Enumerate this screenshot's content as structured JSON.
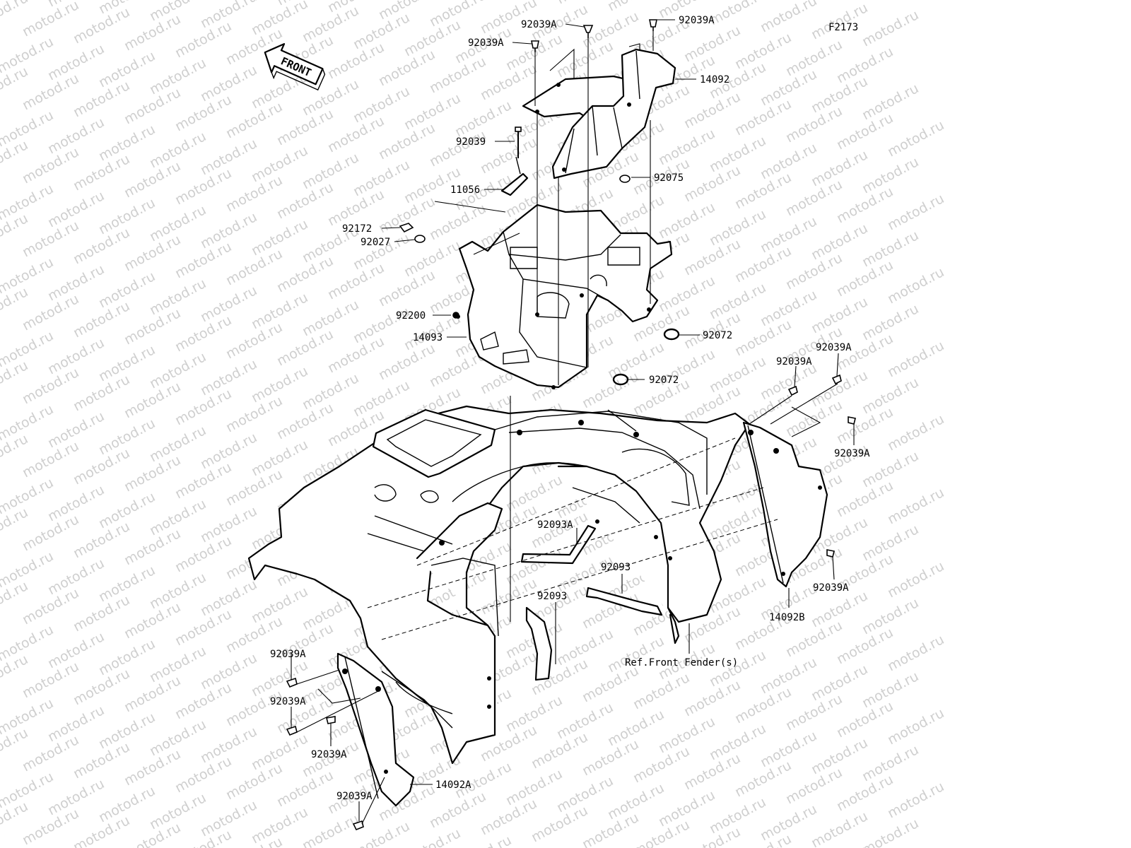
{
  "figure_code": "F2173",
  "watermark": "motod.ru",
  "direction_label": "FRONT",
  "reference_note": "Ref.Front Fender(s)",
  "part_labels": {
    "p14092": "14092",
    "p14092A": "14092A",
    "p14092B": "14092B",
    "p14093": "14093",
    "p11056": "11056",
    "p92039": "92039",
    "p92039A": "92039A",
    "p92075": "92075",
    "p92172": "92172",
    "p92027": "92027",
    "p92200": "92200",
    "p92072": "92072",
    "p92093A": "92093A",
    "p92093": "92093"
  }
}
